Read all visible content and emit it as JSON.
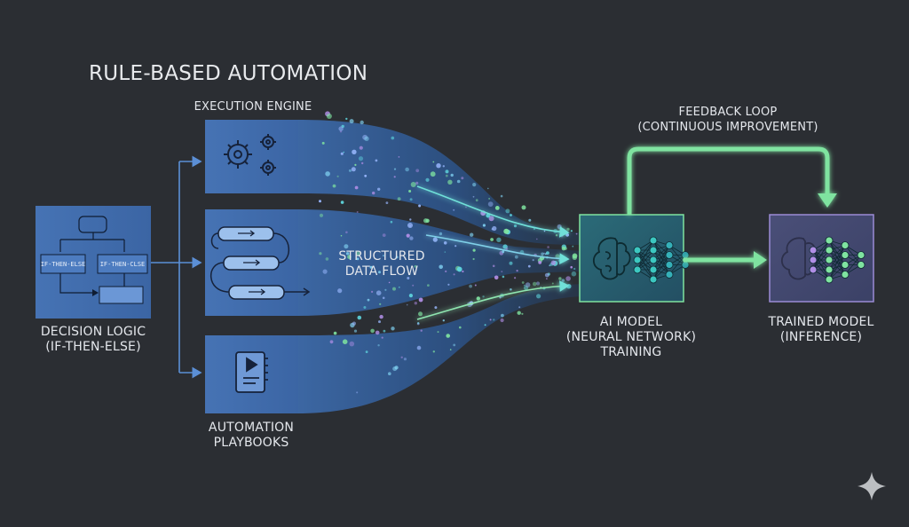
{
  "title": "RULE-BASED AUTOMATION",
  "execution_engine": {
    "label": "EXECUTION ENGINE"
  },
  "decision_logic": {
    "label_line1": "DECISION LOGIC",
    "label_line2": "(IF-THEN-ELSE)",
    "node_left": "IF-THEN-ELSE",
    "node_right": "IF-THEN-CLSE"
  },
  "structured_flow": {
    "label_line1": "STRUCTURED",
    "label_line2": "DATA FLOW"
  },
  "playbooks": {
    "label_line1": "AUTOMATION",
    "label_line2": "PLAYBOOKS"
  },
  "feedback": {
    "label_line1": "FEEDBACK LOOP",
    "label_line2": "(CONTINUOUS IMPROVEMENT)"
  },
  "ai_model": {
    "line1": "AI MODEL",
    "line2": "(NEURAL NETWORK)",
    "line3": "TRAINING"
  },
  "trained_model": {
    "line1": "TRAINED MODEL",
    "line2": "(INFERENCE)"
  },
  "colors": {
    "background": "#2b2e33",
    "box_blue": "#3f6aa8",
    "flow_blue": "#2f5c9c",
    "green": "#7fe3a0",
    "purple": "#b08ee6",
    "cyan": "#5fd8e0"
  }
}
